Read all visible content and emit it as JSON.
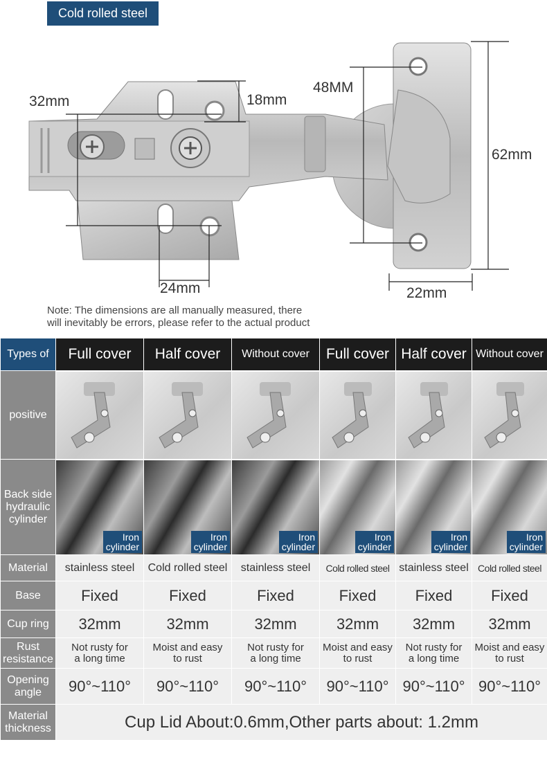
{
  "badge": "Cold rolled steel",
  "dimensions": {
    "cup": "32mm",
    "depth": "18mm",
    "hole_height": "48MM",
    "plate_height": "62mm",
    "hole_spacing": "24mm",
    "plate_width": "22mm"
  },
  "note": {
    "line1": "Note: The dimensions are all manually measured, there",
    "line2": "will inevitably be errors, please refer to the actual product"
  },
  "table": {
    "corner": "Types of",
    "columns": [
      "Full cover",
      "Half cover",
      "Without cover",
      "Full cover",
      "Half cover",
      "Without cover"
    ],
    "rows": {
      "positive": "positive",
      "back": {
        "line1": "Back side",
        "line2": "hydraulic",
        "line3": "cylinder"
      },
      "material": "Material",
      "base": "Base",
      "cup_ring": "Cup ring",
      "rust": {
        "line1": "Rust",
        "line2": "resistance"
      },
      "opening": {
        "line1": "Opening",
        "line2": "angle"
      },
      "thickness": {
        "line1": "Material",
        "line2": "thickness"
      }
    },
    "cylinder_tag": {
      "line1": "Iron",
      "line2": "cylinder"
    },
    "materials": [
      "stainless steel",
      "Cold rolled steel",
      "stainless steel",
      "Cold rolled steel",
      "stainless steel",
      "Cold rolled steel"
    ],
    "base_values": [
      "Fixed",
      "Fixed",
      "Fixed",
      "Fixed",
      "Fixed",
      "Fixed"
    ],
    "cup_values": [
      "32mm",
      "32mm",
      "32mm",
      "32mm",
      "32mm",
      "32mm"
    ],
    "rust_values": [
      {
        "line1": "Not rusty for",
        "line2": "a long time"
      },
      {
        "line1": "Moist and easy",
        "line2": "to rust"
      },
      {
        "line1": "Not rusty for",
        "line2": "a long time"
      },
      {
        "line1": "Moist and easy",
        "line2": "to rust"
      },
      {
        "line1": "Not rusty for",
        "line2": "a long time"
      },
      {
        "line1": "Moist and easy",
        "line2": "to rust"
      }
    ],
    "angle_values": [
      "90°~110°",
      "90°~110°",
      "90°~110°",
      "90°~110°",
      "90°~110°",
      "90°~110°"
    ],
    "thickness_value": "Cup Lid About:0.6mm,Other parts about: 1.2mm"
  }
}
